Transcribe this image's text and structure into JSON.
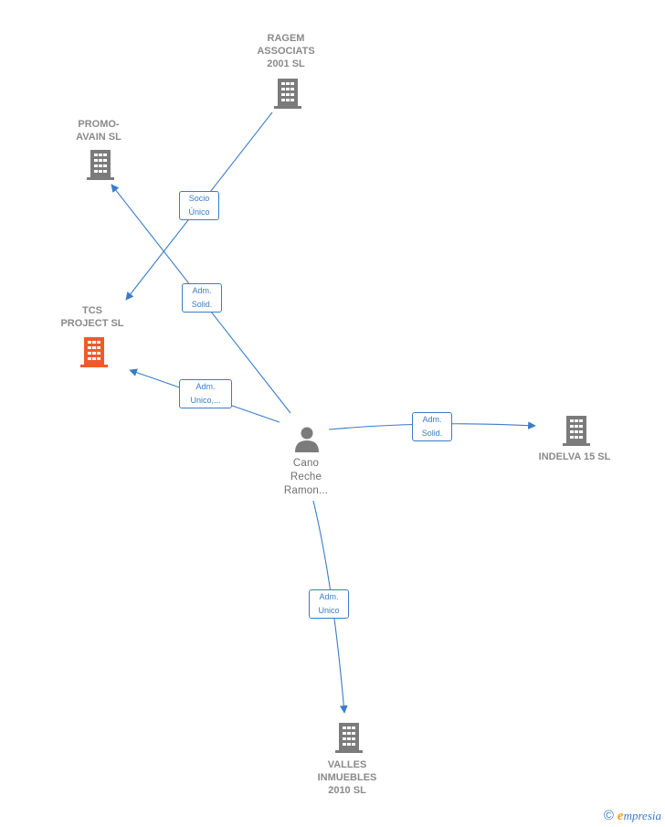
{
  "colors": {
    "edge": "#3a7cc7",
    "building": "#7b7b7b",
    "building_highlight": "#f05a28",
    "label": "#8a8a8a"
  },
  "nodes": {
    "ragem": {
      "lines": [
        "RAGEM",
        "ASSOCIATS",
        "2001  SL"
      ],
      "icon": "building-icon"
    },
    "promo": {
      "lines": [
        "PROMO-",
        "AVAIN SL"
      ],
      "icon": "building-icon"
    },
    "tcs": {
      "lines": [
        "TCS",
        "PROJECT  SL"
      ],
      "icon": "building-icon"
    },
    "indelva": {
      "lines": [
        "INDELVA 15  SL"
      ],
      "icon": "building-icon"
    },
    "valles": {
      "lines": [
        "VALLES",
        "INMUEBLES",
        "2010 SL"
      ],
      "icon": "building-icon"
    },
    "person": {
      "lines": [
        "Cano",
        "Reche",
        "Ramon..."
      ],
      "icon": "person-icon"
    }
  },
  "edges": {
    "ragem_tcs": [
      "Socio",
      "Único"
    ],
    "person_promo": [
      "Adm.",
      "Solid."
    ],
    "person_tcs": [
      "Adm.",
      "Unico,..."
    ],
    "person_indelva": [
      "Adm.",
      "Solid."
    ],
    "person_valles": [
      "Adm.",
      "Unico"
    ]
  },
  "footer": {
    "copyright": "©",
    "brand_initial": "e",
    "brand_rest": "mpresia"
  }
}
